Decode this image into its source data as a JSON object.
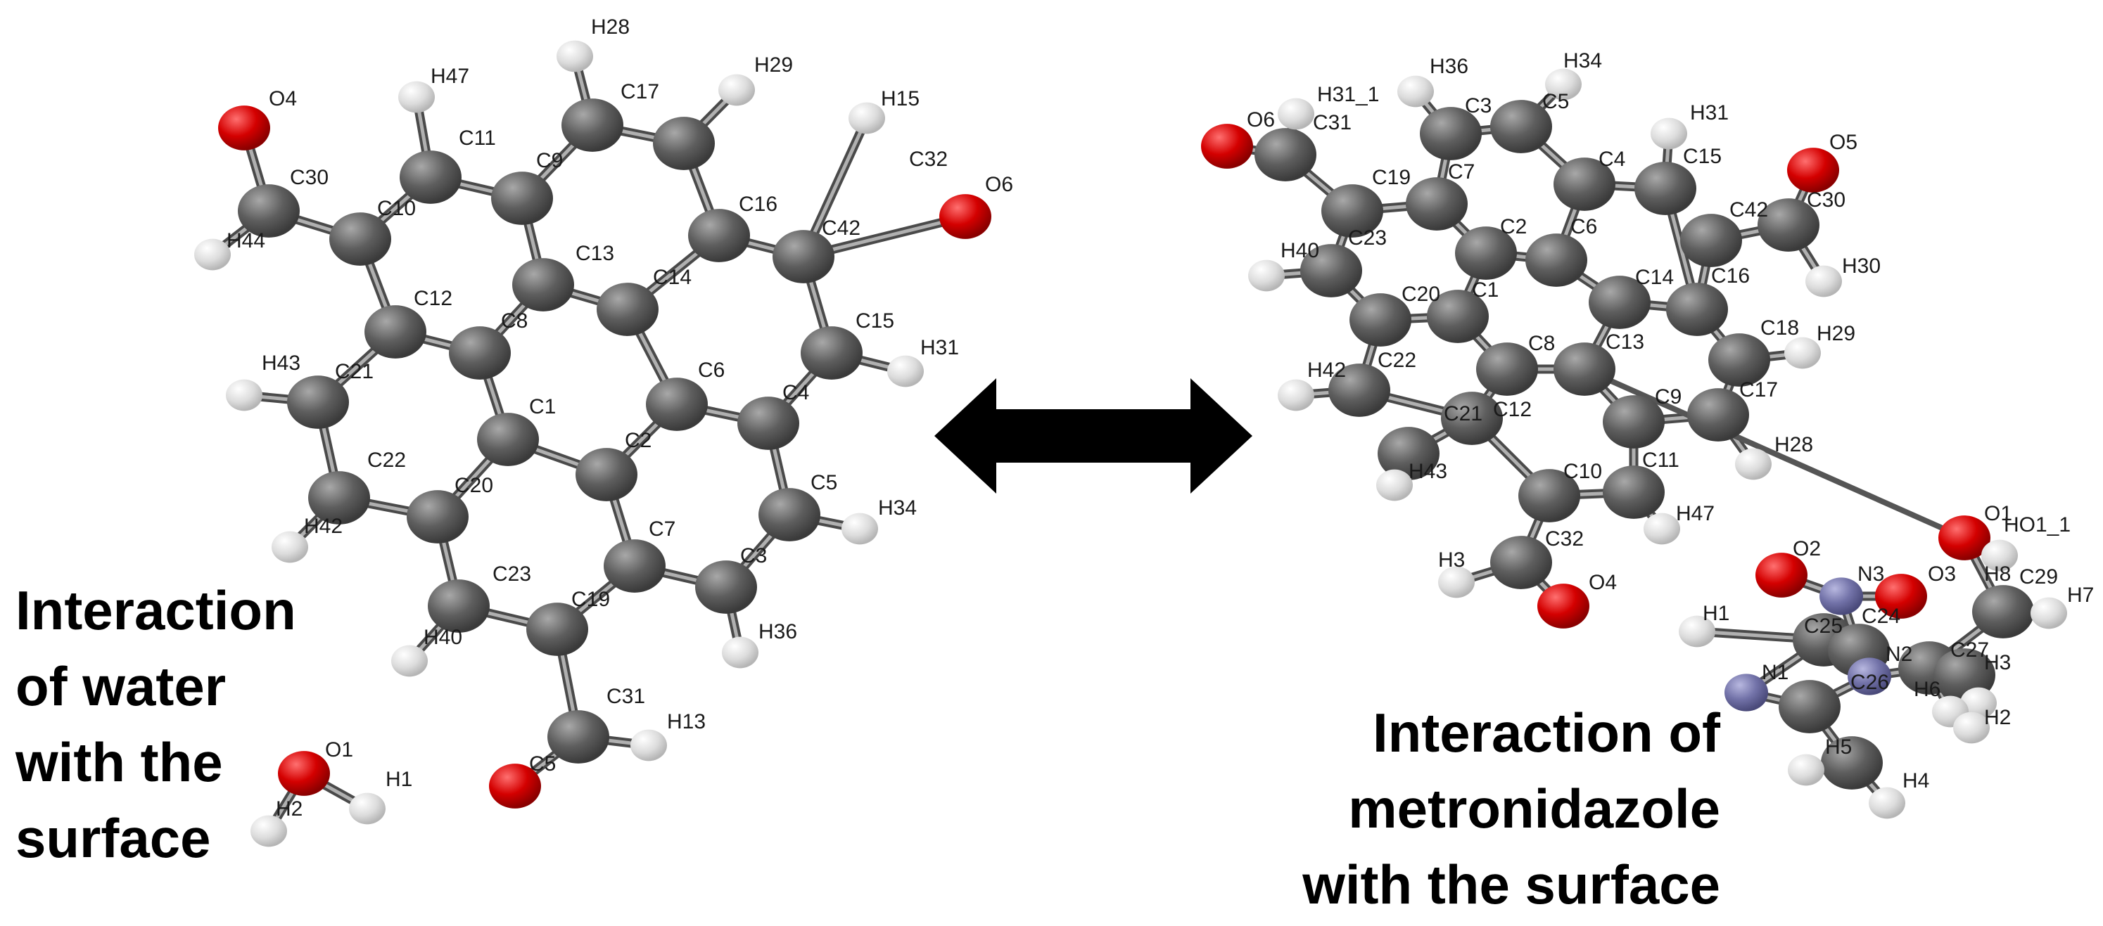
{
  "captions": {
    "left": [
      "Interaction",
      "of water",
      "with the",
      "surface"
    ],
    "right": [
      "Interaction of",
      "metronidazole",
      "with the surface"
    ]
  },
  "colors": {
    "carbon": "#5e5e5e",
    "hydrogen": "#e2e2e2",
    "oxygen": "#d40000",
    "nitrogen": "#7272a8",
    "bond": "#7d7d7d",
    "arrow": "#000000"
  },
  "icons": {
    "double_arrow": "double-headed-arrow-icon"
  },
  "atom_labels": {
    "left_molecule": [
      "H28",
      "H47",
      "C17",
      "H29",
      "O4",
      "C11",
      "C9",
      "H15",
      "C32",
      "O6",
      "C30",
      "C10",
      "C16",
      "C42",
      "H44",
      "C13",
      "C14",
      "C12",
      "C15",
      "H31",
      "C8",
      "H43",
      "C21",
      "C6",
      "C4",
      "C1",
      "C22",
      "C2",
      "C20",
      "C5",
      "H34",
      "H42",
      "C7",
      "C3",
      "C23",
      "C19",
      "H36",
      "H40",
      "C31",
      "H13",
      "C5"
    ],
    "water": [
      "O1",
      "H1",
      "H2"
    ],
    "right_surface": [
      "H36",
      "H34",
      "O6",
      "H31_1",
      "C3",
      "C5",
      "C31",
      "C7",
      "H31",
      "C19",
      "C4",
      "C15",
      "O5",
      "C2",
      "C6",
      "C30",
      "C42",
      "H40",
      "C23",
      "C1",
      "C14",
      "C16",
      "H30",
      "C20",
      "C13",
      "C18",
      "H29",
      "C8",
      "H42",
      "C22",
      "C9",
      "C17",
      "C12",
      "C21",
      "C11",
      "H28",
      "H43",
      "C10",
      "H47",
      "C32",
      "H3",
      "O4"
    ],
    "metronidazole": [
      "O1",
      "HO1_1",
      "O2",
      "O3",
      "N3",
      "H8",
      "C29",
      "H7",
      "H1",
      "C25",
      "C24",
      "N2",
      "C27",
      "N1",
      "C26",
      "H3",
      "H6",
      "H2",
      "H5",
      "H4"
    ]
  }
}
